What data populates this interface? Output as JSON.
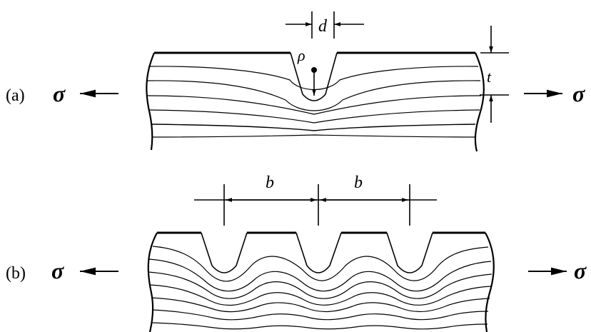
{
  "panel_a": {
    "label": "(a)",
    "stress_left": "σ",
    "stress_right": "σ",
    "dim_d": "d",
    "dim_rho": "ρ",
    "dim_t": "t"
  },
  "panel_b": {
    "label": "(b)",
    "stress_left": "σ",
    "stress_right": "σ",
    "dim_b_1": "b",
    "dim_b_2": "b"
  }
}
